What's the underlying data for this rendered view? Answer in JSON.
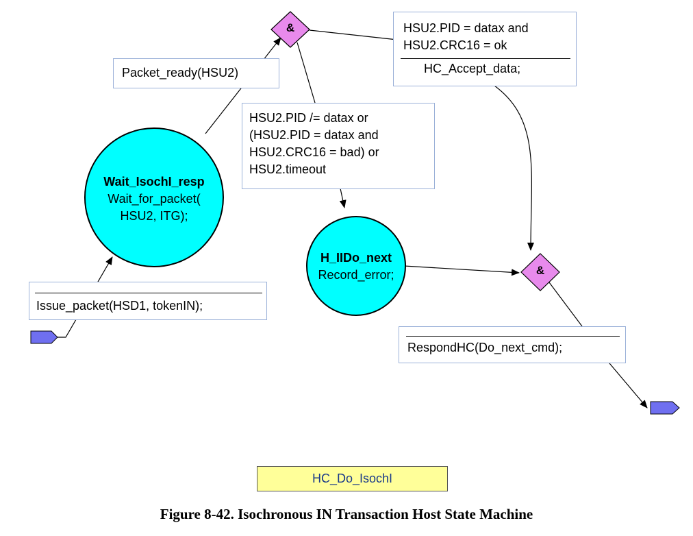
{
  "states": {
    "wait": {
      "name": "Wait_IsochI_resp",
      "action_line1": "Wait_for_packet(",
      "action_line2": "HSU2, ITG);"
    },
    "do_next": {
      "name": "H_IIDo_next",
      "action": "Record_error;"
    }
  },
  "joins": {
    "top": "&",
    "right": "&"
  },
  "boxes": {
    "packet_ready": "Packet_ready(HSU2)",
    "accept_cond_1": "HSU2.PID = datax and",
    "accept_cond_2": "HSU2.CRC16 = ok",
    "accept_action": "HC_Accept_data;",
    "error_cond_1": "HSU2.PID /= datax or",
    "error_cond_2": "(HSU2.PID = datax and",
    "error_cond_3": "HSU2.CRC16 = bad) or",
    "error_cond_4": "HSU2.timeout",
    "issue": "Issue_packet(HSD1, tokenIN);",
    "respond": "RespondHC(Do_next_cmd);"
  },
  "legend": "HC_Do_IsochI",
  "caption": "Figure 8-42.  Isochronous IN Transaction Host State Machine",
  "colors": {
    "state_fill": "#00ffff",
    "join_fill": "#e88aec",
    "connector_fill": "#6f6ff0",
    "legend_fill": "#ffff99",
    "box_border": "#9ab0d8"
  }
}
